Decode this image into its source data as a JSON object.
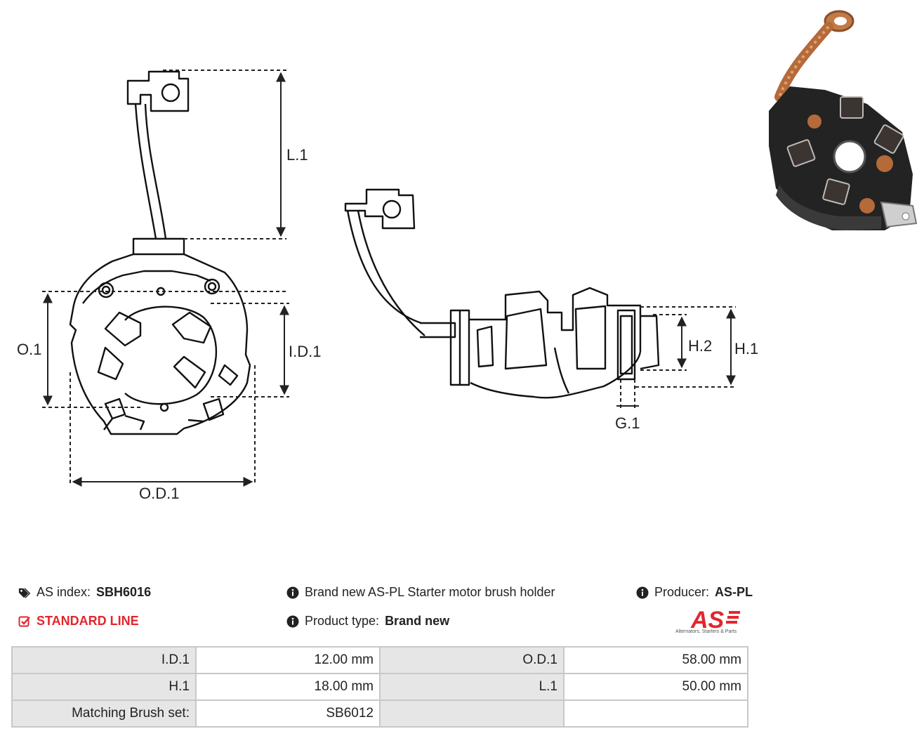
{
  "dimensions": {
    "l1": "L.1",
    "o1": "O.1",
    "id1": "I.D.1",
    "od1": "O.D.1",
    "h1": "H.1",
    "h2": "H.2",
    "g1": "G.1"
  },
  "info": {
    "as_index_label": "AS index:",
    "as_index_value": "SBH6016",
    "line_label": "STANDARD LINE",
    "description": "Brand new AS-PL Starter motor brush holder",
    "product_type_label": "Product type:",
    "product_type_value": "Brand new",
    "producer_label": "Producer:",
    "producer_value": "AS-PL"
  },
  "logo": {
    "text": "AS",
    "caption": "Alternators, Starters & Parts"
  },
  "specs": {
    "rows": [
      [
        "I.D.1",
        "12.00 mm",
        "O.D.1",
        "58.00 mm"
      ],
      [
        "H.1",
        "18.00 mm",
        "L.1",
        "50.00 mm"
      ],
      [
        "Matching Brush set:",
        "SB6012",
        "",
        ""
      ]
    ]
  },
  "colors": {
    "accent_red": "#e3262d",
    "table_label_bg": "#e6e6e6",
    "table_border": "#c8c8c8"
  },
  "icons": {
    "tag": "tags-icon",
    "info": "info-circle-icon",
    "check": "check-square-icon"
  }
}
